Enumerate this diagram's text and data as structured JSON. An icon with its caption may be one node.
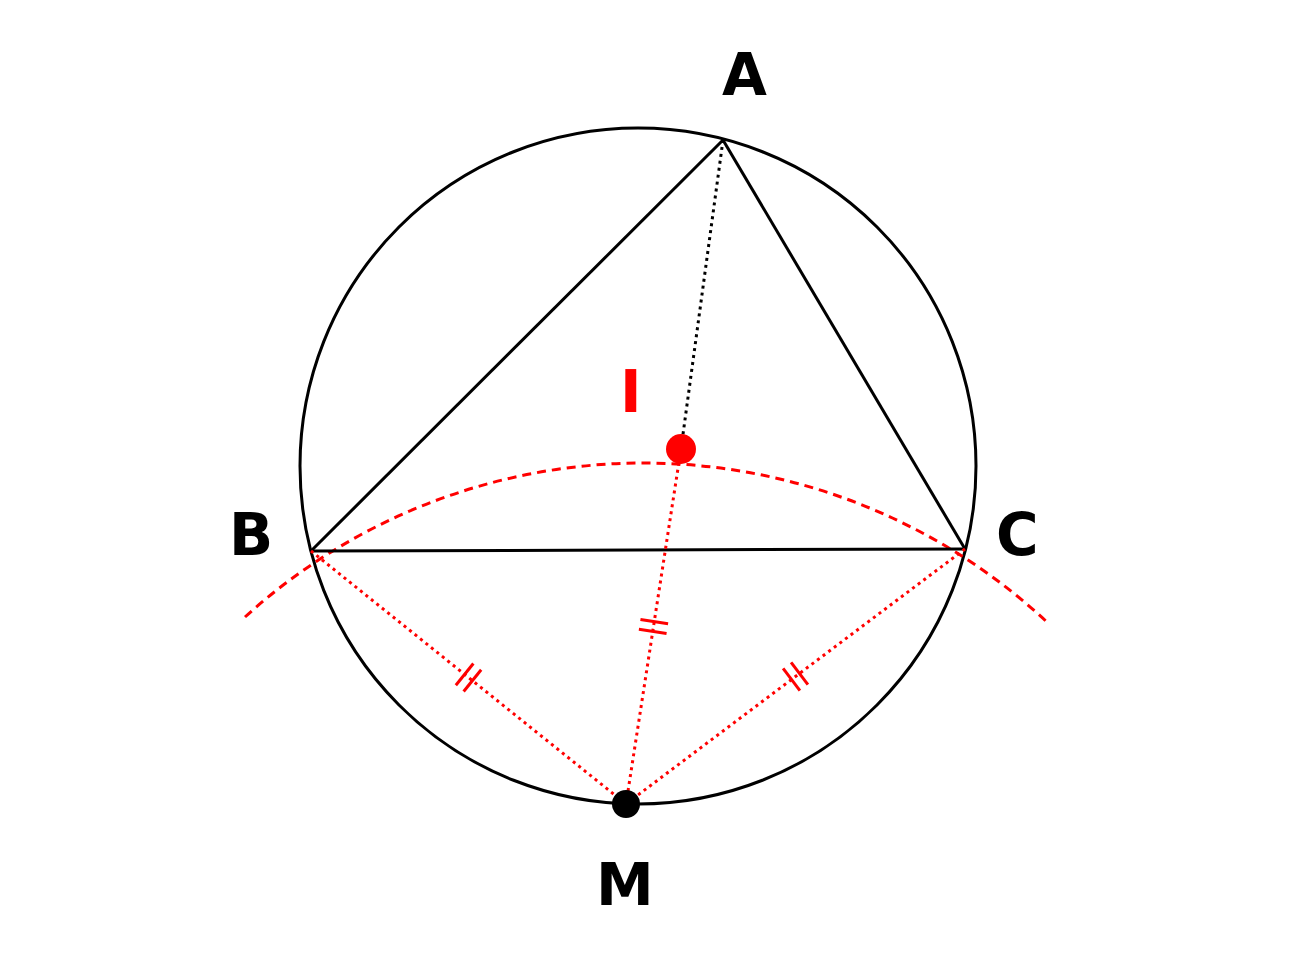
{
  "diagram": {
    "nodes": [
      {
        "text": [
          "A"
        ]
      },
      {
        "text": [
          "B"
        ]
      },
      {
        "text": [
          "C"
        ]
      },
      {
        "text": [
          "I"
        ]
      },
      {
        "text": [
          "M"
        ]
      }
    ],
    "edges": [
      {
        "from": 0,
        "to": 1,
        "arrow": "none"
      },
      {
        "from": 0,
        "to": 2,
        "arrow": "none"
      },
      {
        "from": 1,
        "to": 2,
        "arrow": "none"
      },
      {
        "from": 0,
        "to": 3,
        "arrow": "none",
        "style": "dashed"
      },
      {
        "from": 3,
        "to": 4,
        "arrow": "none",
        "style": "dashed",
        "color": "#ff0000"
      },
      {
        "from": 1,
        "to": 4,
        "arrow": "none",
        "style": "dashed",
        "color": "#ff0000"
      },
      {
        "from": 2,
        "to": 4,
        "arrow": "none",
        "style": "dashed",
        "color": "#ff0000"
      }
    ]
  }
}
